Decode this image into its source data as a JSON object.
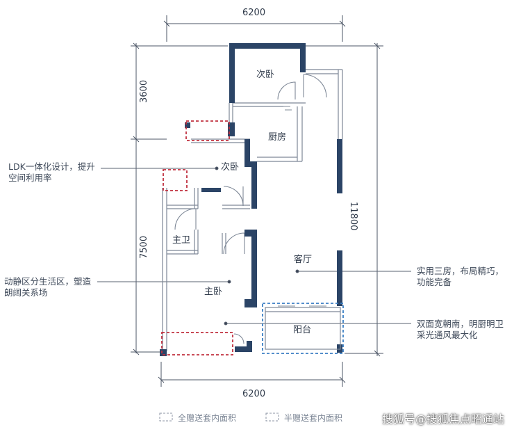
{
  "dimensions": {
    "top_width": "6200",
    "bottom_width": "6200",
    "left_upper_height": "3600",
    "left_lower_height": "7500",
    "right_total_height": "11800"
  },
  "rooms": {
    "secondary_bedroom_top": "次卧",
    "kitchen": "厨房",
    "secondary_bedroom_mid": "次卧",
    "master_bath": "主卫",
    "living_room": "客厅",
    "master_bedroom": "主卧",
    "balcony": "阳台"
  },
  "annotations": {
    "ldk_line1": "LDK一体化设计，提升",
    "ldk_line2": "空间利用率",
    "zoning_line1": "动静区分生活区，塑造",
    "zoning_line2": "朗阔关系场",
    "layout_line1": "实用三房，布局精巧，",
    "layout_line2": "功能完备",
    "orientation_line1": "双面宽朝南，明厨明卫",
    "orientation_line2": "采光通风最大化"
  },
  "legend": {
    "full_gift": "全赠送套内面积",
    "half_gift": "半赠送套内面积"
  },
  "colors": {
    "wall": "#2b4466",
    "full_gift_dash": "#c0303f",
    "half_gift_dash": "#3b7fc4",
    "line": "#5a6372"
  },
  "watermark": "搜狐号@搜狐焦点昭通站"
}
